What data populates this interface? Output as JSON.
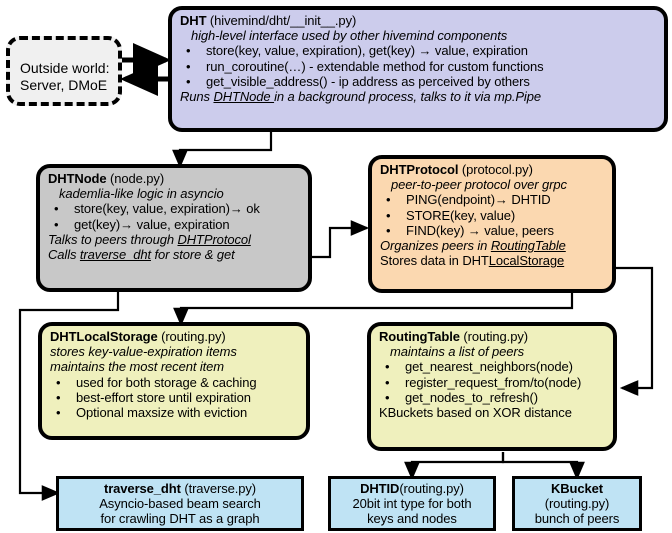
{
  "diagram": {
    "title": "hivemind DHT architecture",
    "colors": {
      "dht": "#ccccec",
      "dhtnode": "#c8c8c8",
      "dhtprotocol": "#fbd8b0",
      "storage": "#eff0bd",
      "routing": "#eff0bd",
      "leaf": "#bfe3f4",
      "outside": "#f0f0f0",
      "stroke": "#000000"
    }
  },
  "outside_world": {
    "line1": "Outside world:",
    "line2": "Server, DMoE"
  },
  "dht": {
    "name": "DHT",
    "file": " (hivemind/dht/__init__.py)",
    "subtitle": "high-level interface used by other hivemind components",
    "bullets": [
      "store(key, value, expiration), get(key) → value, expiration",
      "run_coroutine(…) - extendable method for custom functions",
      "get_visible_address() - ip address as perceived by others"
    ],
    "footer_pre": "Runs ",
    "footer_link": "DHTNode ",
    "footer_post": "in a background process, talks to it via mp.Pipe"
  },
  "dhtnode": {
    "name": "DHTNode",
    "file": " (node.py)",
    "subtitle": "kademlia-like logic in asyncio",
    "bullets": [
      "store(key, value, expiration)→ ok",
      "get(key)→ value, expiration"
    ],
    "footer1_pre": "Talks to peers through ",
    "footer1_link": "DHTProtocol",
    "footer2_pre": "Calls ",
    "footer2_link": "traverse_dht",
    "footer2_post": " for store & get"
  },
  "dhtprotocol": {
    "name": "DHTProtocol",
    "file": " (protocol.py)",
    "subtitle": "peer-to-peer protocol over grpc",
    "bullets": [
      "PING(endpoint)→ DHTID",
      "STORE(key, value)",
      "FIND(key) → value, peers"
    ],
    "footer1_pre": "Organizes peers in ",
    "footer1_link": "RoutingTable",
    "footer2_pre": "Stores data in DHT",
    "footer2_link": "LocalStorage"
  },
  "dhtlocalstorage": {
    "name": "DHTLocalStorage",
    "file": " (routing.py)",
    "subtitle1": "stores key-value-expiration items",
    "subtitle2": "maintains the most recent item",
    "bullets": [
      "used for both storage & caching",
      "best-effort store until expiration",
      "Optional maxsize with eviction"
    ]
  },
  "routingtable": {
    "name": "RoutingTable",
    "file": " (routing.py)",
    "subtitle": "maintains a list of peers",
    "bullets": [
      "get_nearest_neighbors(node)",
      "register_request_from/to(node)",
      "get_nodes_to_refresh()"
    ],
    "footer": "KBuckets based on XOR distance"
  },
  "traverse_dht": {
    "name": "traverse_dht",
    "file": " (traverse.py)",
    "line2": "Asyncio-based beam search",
    "line3": "for crawling DHT as a graph"
  },
  "dhtid": {
    "name": "DHTID",
    "file": "(routing.py)",
    "line2": "20bit int type for both",
    "line3": "keys and nodes"
  },
  "kbucket": {
    "name": "KBucket",
    "file": "(routing.py)",
    "line3": "bunch of peers"
  }
}
